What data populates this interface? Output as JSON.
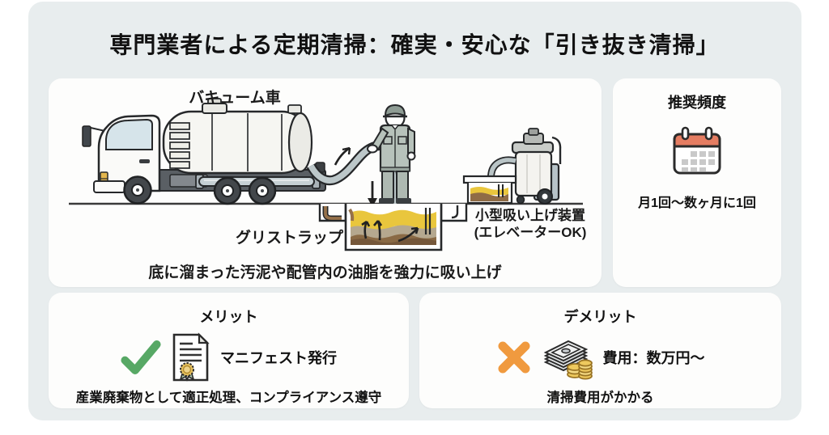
{
  "title": "専門業者による定期清掃：確実・安心な「引き抜き清掃」",
  "illustration": {
    "truck_label": "バキューム車",
    "trap_label": "グリストラップ",
    "device_label_line1": "小型吸い上げ装置",
    "device_label_line2": "(エレベーターOK)",
    "caption": "底に溜まった汚泥や配管内の油脂を強力に吸い上げ"
  },
  "frequency_card": {
    "title": "推奨頻度",
    "icon": "calendar-icon",
    "value": "月1回〜数ヶ月に1回"
  },
  "merit_card": {
    "title": "メリット",
    "icons": [
      "check-icon",
      "manifest-certificate-icon"
    ],
    "item_label": "マニフェスト発行",
    "description": "産業廃棄物として適正処理、コンプライアンス遵守"
  },
  "demerit_card": {
    "title": "デメリット",
    "icons": [
      "cross-icon",
      "money-stack-icon"
    ],
    "item_label": "費用：数万円〜",
    "description": "清掃費用がかかる"
  },
  "colors": {
    "canvas_bg": "#e8edee",
    "card_bg": "#fdfdfc",
    "title_text": "#111111",
    "calendar_accent": "#e57d62",
    "check_green": "#57a865",
    "cross_orange": "#f09a3f",
    "oil_yellow": "#e9c63d",
    "sludge_brown": "#8a6a45"
  }
}
